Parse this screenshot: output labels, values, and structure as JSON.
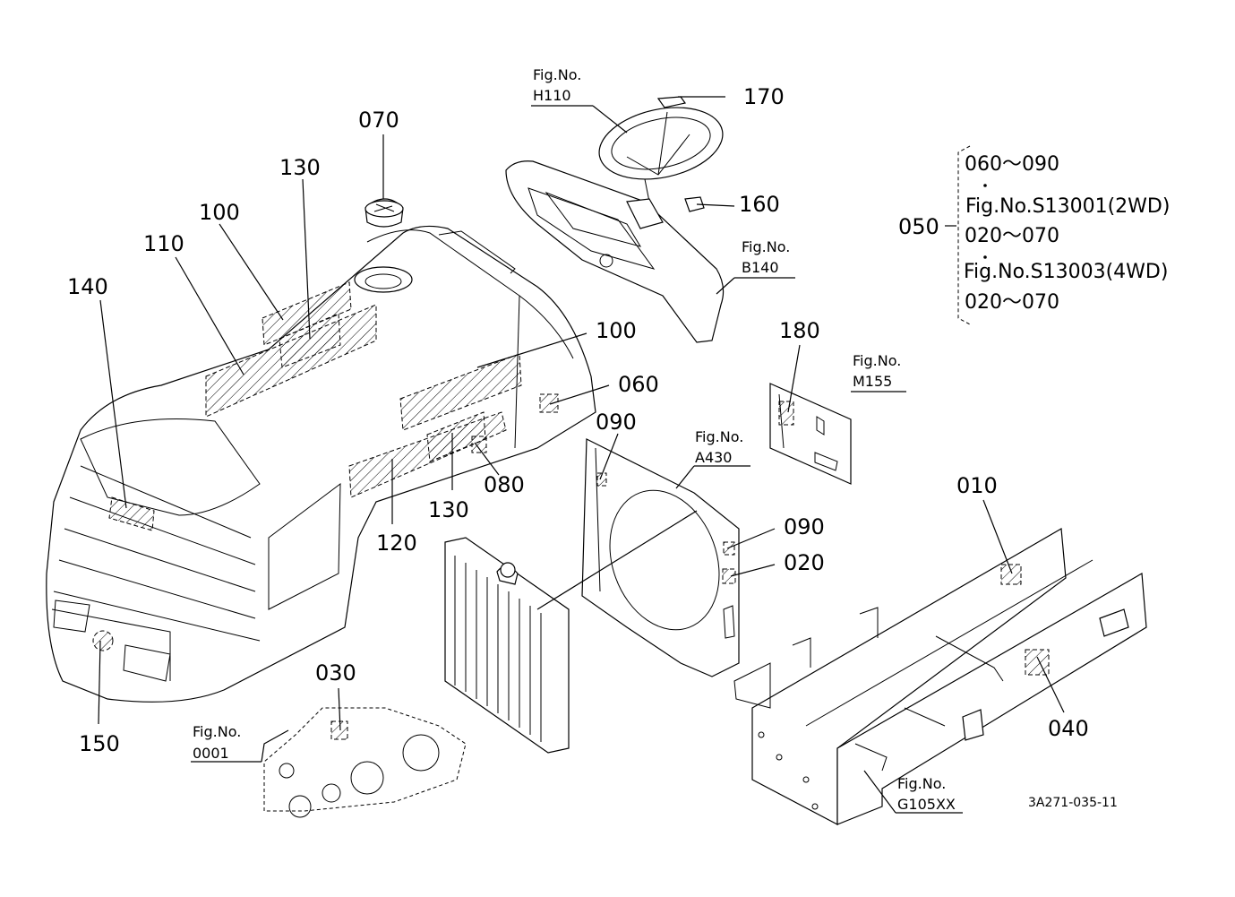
{
  "callouts": {
    "c010": "010",
    "c020": "020",
    "c030": "030",
    "c040": "040",
    "c060": "060",
    "c070": "070",
    "c080": "080",
    "c090a": "090",
    "c090b": "090",
    "c100a": "100",
    "c100b": "100",
    "c110": "110",
    "c120": "120",
    "c130a": "130",
    "c130b": "130",
    "c140": "140",
    "c150": "150",
    "c160": "160",
    "c170": "170",
    "c180": "180"
  },
  "figure_refs": {
    "h110": {
      "label": "Fig.No.",
      "code": "H110"
    },
    "b140": {
      "label": "Fig.No.",
      "code": "B140"
    },
    "m155": {
      "label": "Fig.No.",
      "code": "M155"
    },
    "a430": {
      "label": "Fig.No.",
      "code": "A430"
    },
    "f0001": {
      "label": "Fig.No.",
      "code": "0001"
    },
    "g105": {
      "label": "Fig.No.",
      "code": "G105XX"
    }
  },
  "note_050": {
    "callout": "050",
    "lines": [
      "060～090",
      "Fig.No.S13001(2WD)",
      "020～070",
      "Fig.No.S13003(4WD)",
      "020～070"
    ]
  },
  "drawing_code": "3A271-035-11"
}
